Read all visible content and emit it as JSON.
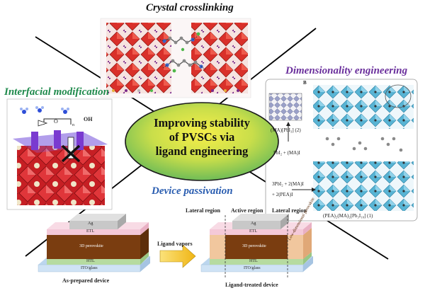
{
  "center": {
    "line1": "Improving stability",
    "line2": "of PVSCs via",
    "line3": "ligand engineering"
  },
  "quadrants": {
    "crystal": "Crystal crosslinking",
    "dimensionality": "Dimensionality engineering",
    "interfacial": "Interfacial modification",
    "device": "Device passivation"
  },
  "dimensionality": {
    "panel_letter": "B",
    "label_3d": "(MA)[PbI₃] (2)",
    "reaction1": "PbI₂ + (MA)I",
    "reaction2a": "3PbI₂ + 2(MA)I",
    "reaction2b": "+ 2(PEA)I",
    "product": "(PEA)₂(MA)₂[Pb₃I₁₀] (1)"
  },
  "interfacial": {
    "oh_label": "OH",
    "n_label": "n"
  },
  "device_left": {
    "layers": [
      "Ag",
      "ETL",
      "3D perovskite",
      "HTL",
      "ITO/glass"
    ],
    "caption": "As-prepared device"
  },
  "device_arrow": "Ligand vapors",
  "device_right": {
    "layers": [
      "Ag",
      "ETL",
      "3D perovskite",
      "HTL",
      "ITO/glass"
    ],
    "lateral_left": "Lateral region",
    "active": "Active region",
    "lateral_right": "Lateral region",
    "side_note": "Low-dimensional perovskite",
    "caption": "Ligand-treated device"
  },
  "colors": {
    "octahedra_red": "#d9302a",
    "octahedra_blue": "#58b4d4",
    "center_fill_a": "#f6e93a",
    "center_fill_b": "#7cc35a",
    "perovskite_brown": "#7a3d10",
    "etl_pink": "#f4c9d8",
    "htl_green": "#b6dba0",
    "ito_blue": "#cfe3f5",
    "ag_gray": "#c8c8c8",
    "arrow_yellow": "#f3c12e"
  }
}
